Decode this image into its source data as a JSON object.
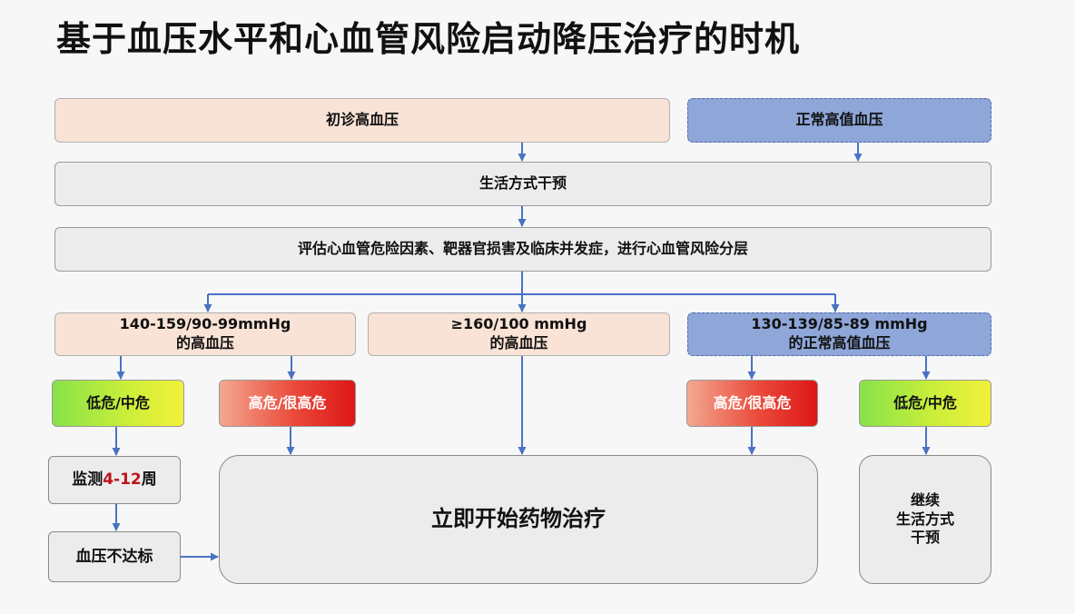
{
  "title": "基于血压水平和心血管风险启动降压治疗的时机",
  "nodes": {
    "initial_hypertension": "初诊高血压",
    "high_normal_bp": "正常高值血压",
    "lifestyle_intervention": "生活方式干预",
    "risk_assessment": "评估心血管危险因素、靶器官损害及临床并发症，进行心血管风险分层",
    "grade1": {
      "line1": "140-159/90-99mmHg",
      "line2": "的高血压"
    },
    "grade2": {
      "line1": "≥160/100 mmHg",
      "line2": "的高血压"
    },
    "high_normal_range": {
      "line1": "130-139/85-89 mmHg",
      "line2": "的正常高值血压"
    },
    "low_mid_risk_left": "低危/中危",
    "high_risk_left": "高危/很高危",
    "high_risk_right": "高危/很高危",
    "low_mid_risk_right": "低危/中危",
    "monitor": {
      "prefix": "监测",
      "highlight": "4-12",
      "suffix": "周"
    },
    "bp_not_controlled": "血压不达标",
    "start_drug_therapy": "立即开始药物治疗",
    "continue_lifestyle": {
      "line1": "继续",
      "line2": "生活方式",
      "line3": "干预"
    }
  },
  "colors": {
    "arrow": "#4a72c4",
    "highlight_red": "#c0121a"
  }
}
